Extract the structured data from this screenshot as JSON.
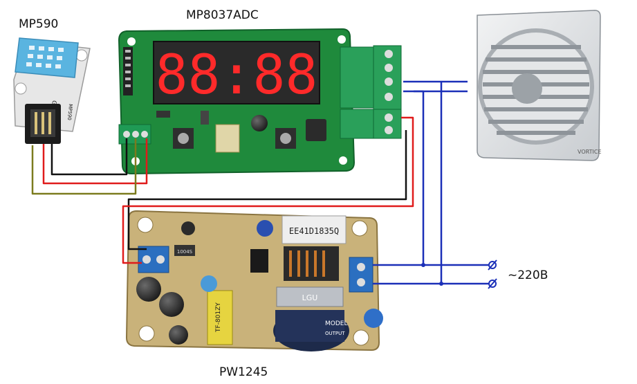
{
  "labels": {
    "sensor": "MP590",
    "controller": "MP8037ADC",
    "psu": "PW1245",
    "mains": "~220B"
  },
  "display": {
    "digits": "88:88"
  },
  "sensor_pcb_text": [
    "G V S",
    "MP590"
  ],
  "psu_pcb_text": {
    "transformer": "EE41D1835Q",
    "relay": "TF-801ZY",
    "cap": "MODEL",
    "cap2": "OUTPUT",
    "inductor": "LGU",
    "ic": "1004S"
  },
  "fan_brand": "VORTICE",
  "colors": {
    "pcb_green": "#1f8a3c",
    "pcb_tan": "#c9b27a",
    "sensor_blue": "#5ab4e0",
    "wire_red": "#e01b1b",
    "wire_black": "#111111",
    "wire_olive": "#7b7b1e",
    "wire_blue": "#1a2fb8",
    "display_red": "#ff2a2a"
  }
}
